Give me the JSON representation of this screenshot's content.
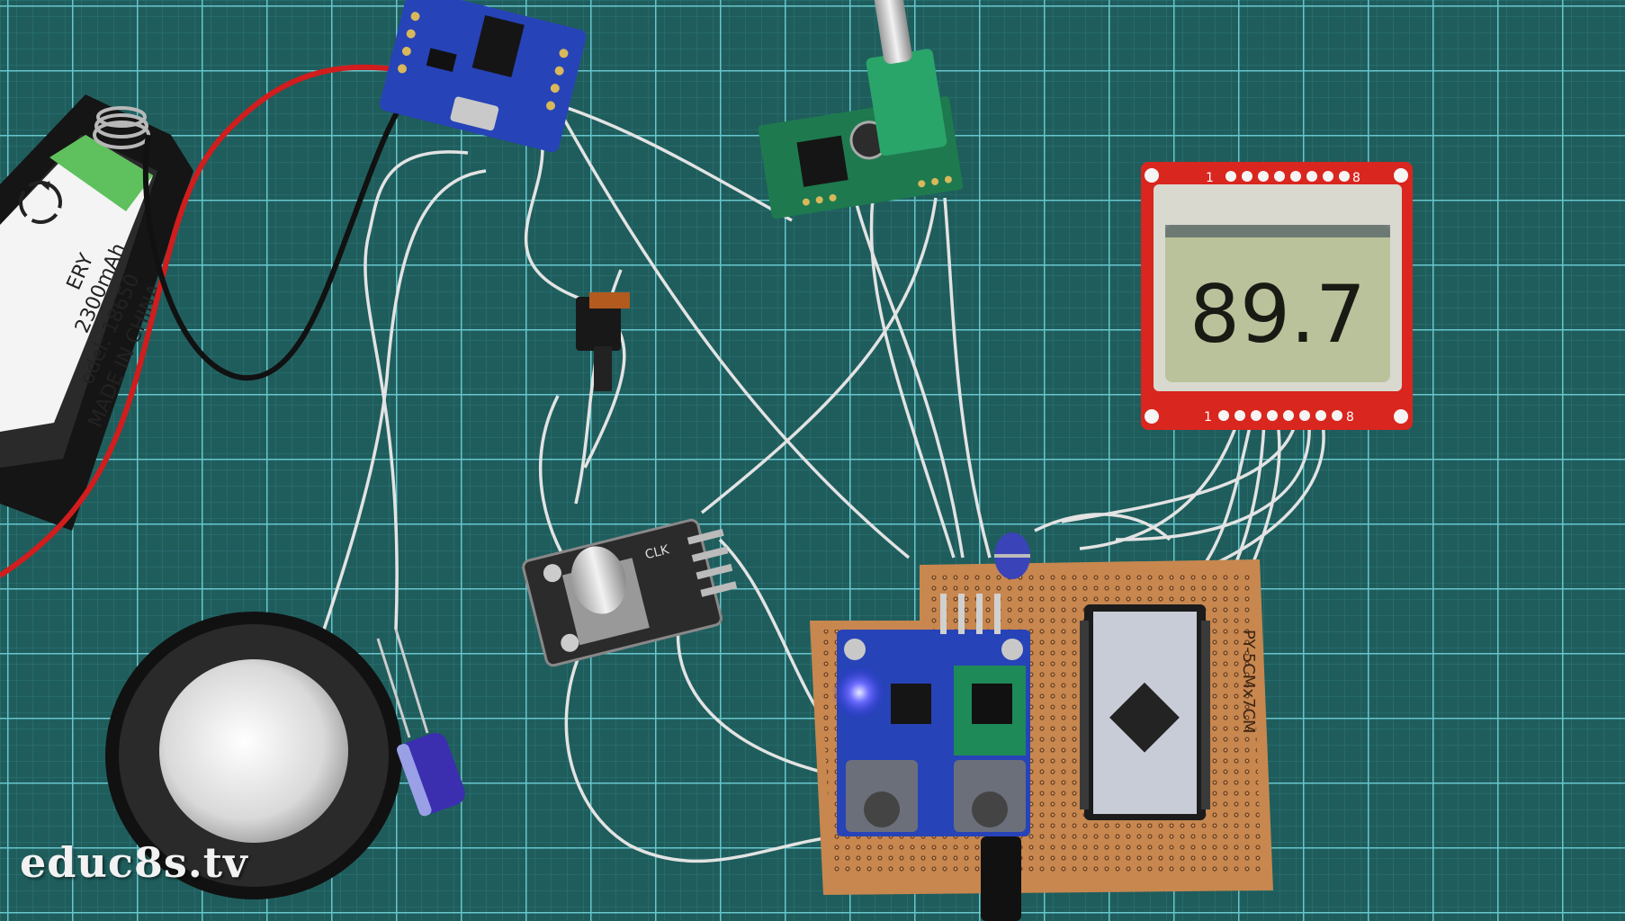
{
  "colors": {
    "mat": "#1f5d5c",
    "grid_major": "#6fd6df",
    "grid_minor": "#3b8f92",
    "lcd_pcb": "#d9261f",
    "lcd_screen": "#b9c29a",
    "protoboard": "#c7874f",
    "module_blue": "#2743b8",
    "module_green": "#1e7a4e",
    "battery_green": "#5fc15d",
    "wire": "#e6e6e6"
  },
  "battery": {
    "lines": [
      "ERY",
      "2300mAh",
      "odel: 18650",
      "MADE IN CHINA"
    ],
    "icon": "recycle-icon"
  },
  "lcd": {
    "value": "89.7",
    "pin_top_start": "1",
    "pin_top_end": "8",
    "pin_bottom_start": "1",
    "pin_bottom_end": "8"
  },
  "encoder": {
    "pin_label": "CLK"
  },
  "protoboard": {
    "label": "PY-5CMx7CM"
  },
  "watermark": "educ8s.tv"
}
